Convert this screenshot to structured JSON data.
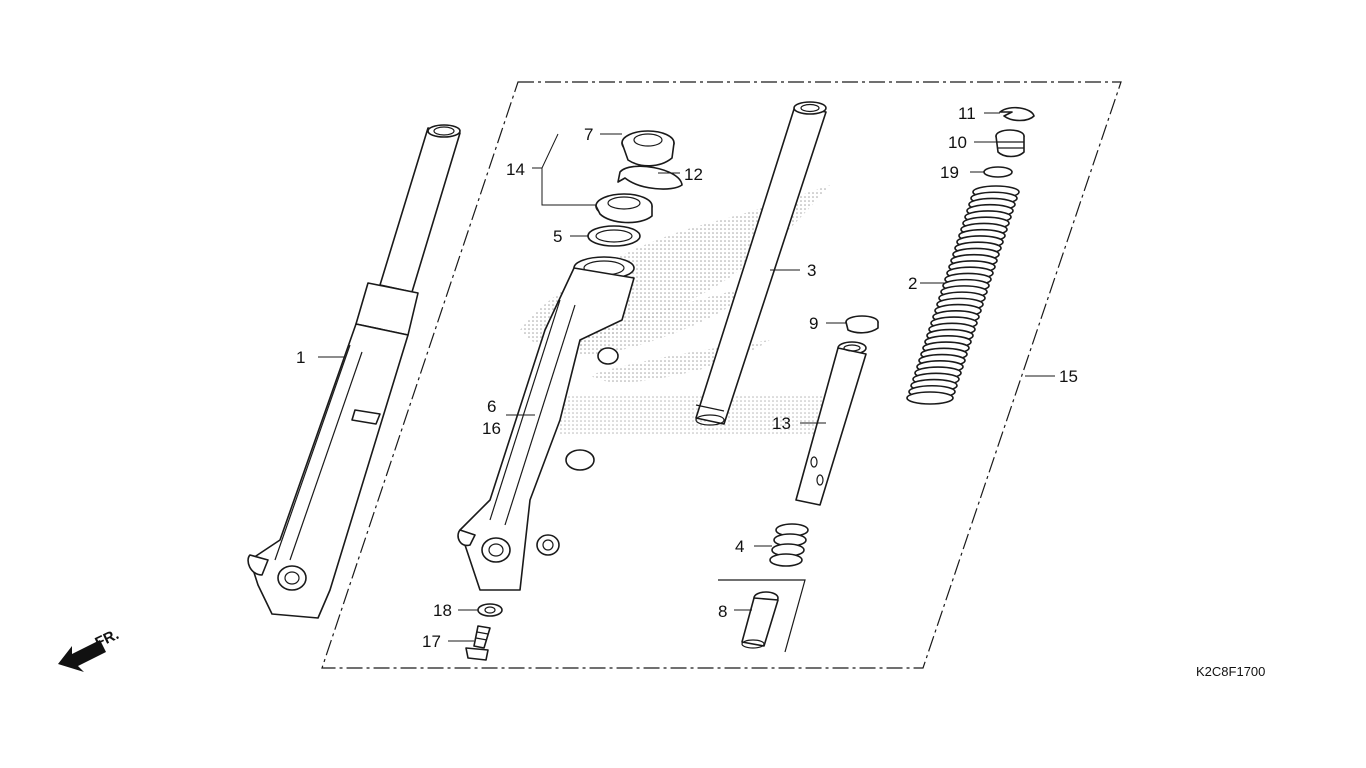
{
  "diagram": {
    "diagram_code": "K2C8F1700",
    "front_indicator": "FR.",
    "callouts": {
      "c1": "1",
      "c2": "2",
      "c3": "3",
      "c4": "4",
      "c5": "5",
      "c6": "6",
      "c7": "7",
      "c8": "8",
      "c9": "9",
      "c10": "10",
      "c11": "11",
      "c12": "12",
      "c13": "13",
      "c14": "14",
      "c15": "15",
      "c16": "16",
      "c17": "17",
      "c18": "18",
      "c19": "19"
    },
    "colors": {
      "line": "#1a1a1a",
      "watermark": "#9a9a9a",
      "background": "#ffffff"
    },
    "watermark": "honda-wing-logo"
  }
}
